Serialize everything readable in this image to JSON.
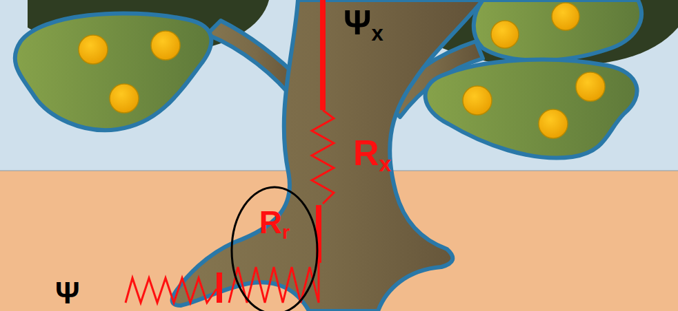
{
  "diagram": {
    "nodes": [
      {
        "text": [
          "Rr"
        ]
      }
    ],
    "labels": [
      "Ψx",
      "Rx",
      "Ψ"
    ]
  }
}
